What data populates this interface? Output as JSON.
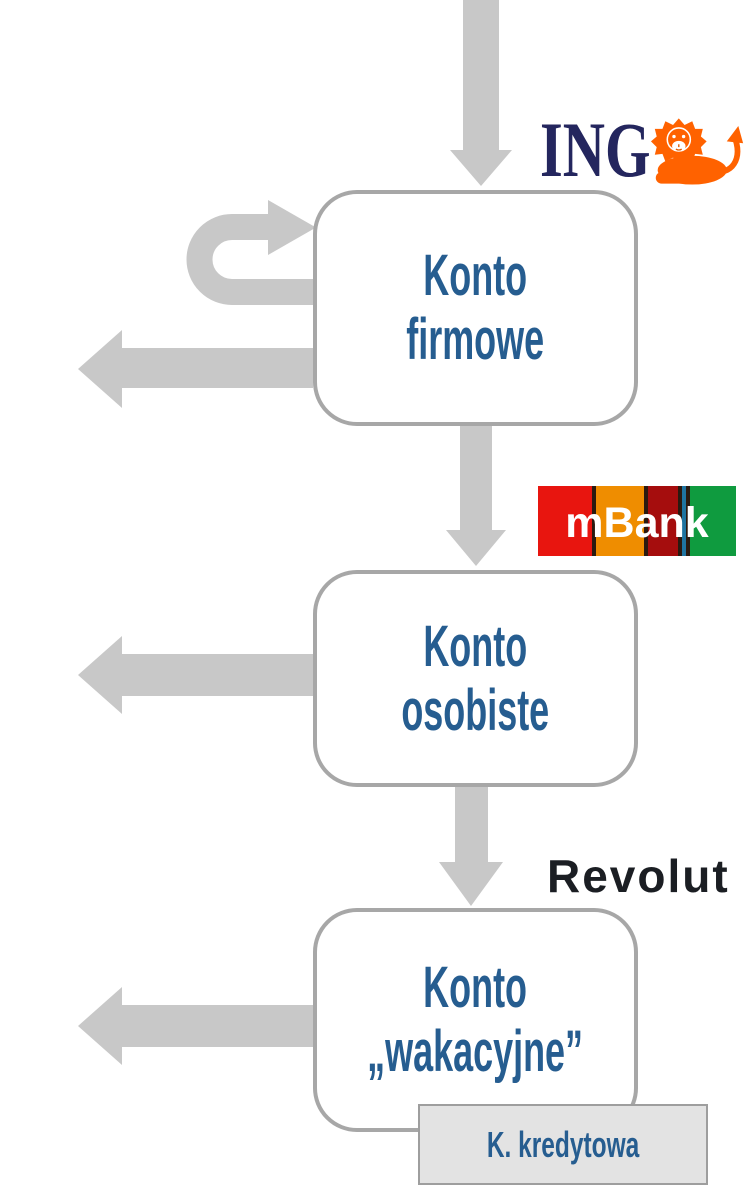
{
  "diagram": {
    "nodes": [
      {
        "id": "konto-firmowe",
        "lines": [
          "Konto",
          "firmowe"
        ],
        "bank_logo": "ING"
      },
      {
        "id": "konto-osobiste",
        "lines": [
          "Konto",
          "osobiste"
        ],
        "bank_logo": "mBank"
      },
      {
        "id": "konto-wakacyjne",
        "lines": [
          "Konto",
          "„wakacyjne”"
        ],
        "bank_logo": "Revolut"
      }
    ],
    "credit_card_label": "K. kredytowa",
    "logos": {
      "ing": {
        "text": "ING",
        "text_color": "#24265e",
        "lion_color": "#ff6200"
      },
      "mbank": {
        "text": "mBank",
        "text_color": "#ffffff",
        "stripe_colors": [
          "#e8150f",
          "#ef8d00",
          "#a50d0d",
          "#1f74a0",
          "#0f9b3f"
        ],
        "divider_color": "#2a1a10"
      },
      "revolut": {
        "text": "Revolut",
        "text_color": "#1b1e23"
      }
    },
    "colors": {
      "arrow": "#c8c8c8",
      "box_border": "#a7a7a7",
      "box_background": "#ffffff",
      "node_text": "#265d90",
      "credit_box_background": "#e3e3e3",
      "credit_box_border": "#9e9e9e"
    }
  }
}
